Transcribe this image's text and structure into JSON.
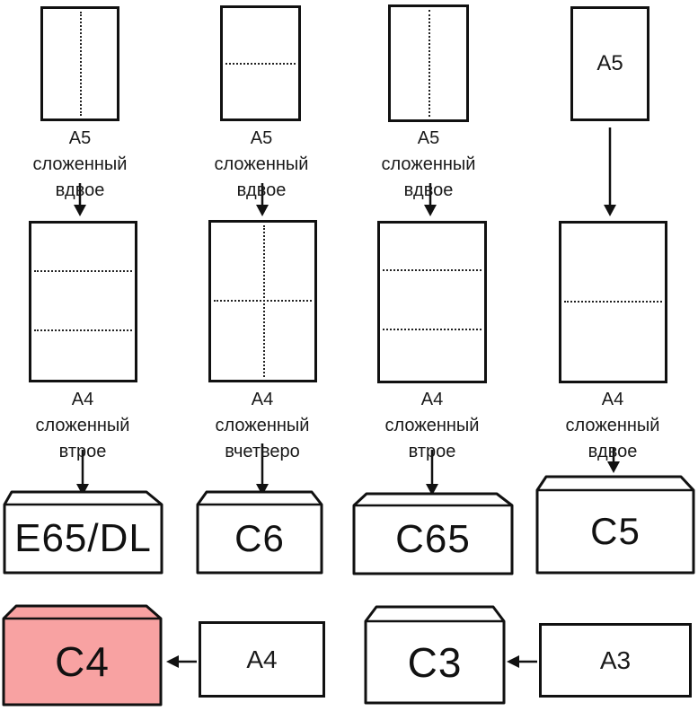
{
  "colors": {
    "ink": "#111111",
    "c4_fill": "#f8a2a2",
    "paper_fill": "#ffffff"
  },
  "row1": {
    "captions": [
      {
        "l1": "А5",
        "l2": "сложенный",
        "l3": "вдвое"
      },
      {
        "l1": "А5",
        "l2": "сложенный",
        "l3": "вдвое"
      },
      {
        "l1": "А5",
        "l2": "сложенный",
        "l3": "вдвое"
      }
    ],
    "sheet4_label": "A5"
  },
  "row2": {
    "captions": [
      {
        "l1": "А4",
        "l2": "сложенный",
        "l3": "втрое"
      },
      {
        "l1": "А4",
        "l2": "сложенный",
        "l3": "вчетверо"
      },
      {
        "l1": "А4",
        "l2": "сложенный",
        "l3": "втрое"
      },
      {
        "l1": "А4",
        "l2": "сложенный",
        "l3": "вдвое"
      }
    ]
  },
  "envelopes": {
    "e65dl": "E65/DL",
    "c6": "C6",
    "c65": "C65",
    "c5": "C5",
    "c4": "C4",
    "c3": "C3"
  },
  "sheets": {
    "a4": "A4",
    "a3": "A3"
  }
}
